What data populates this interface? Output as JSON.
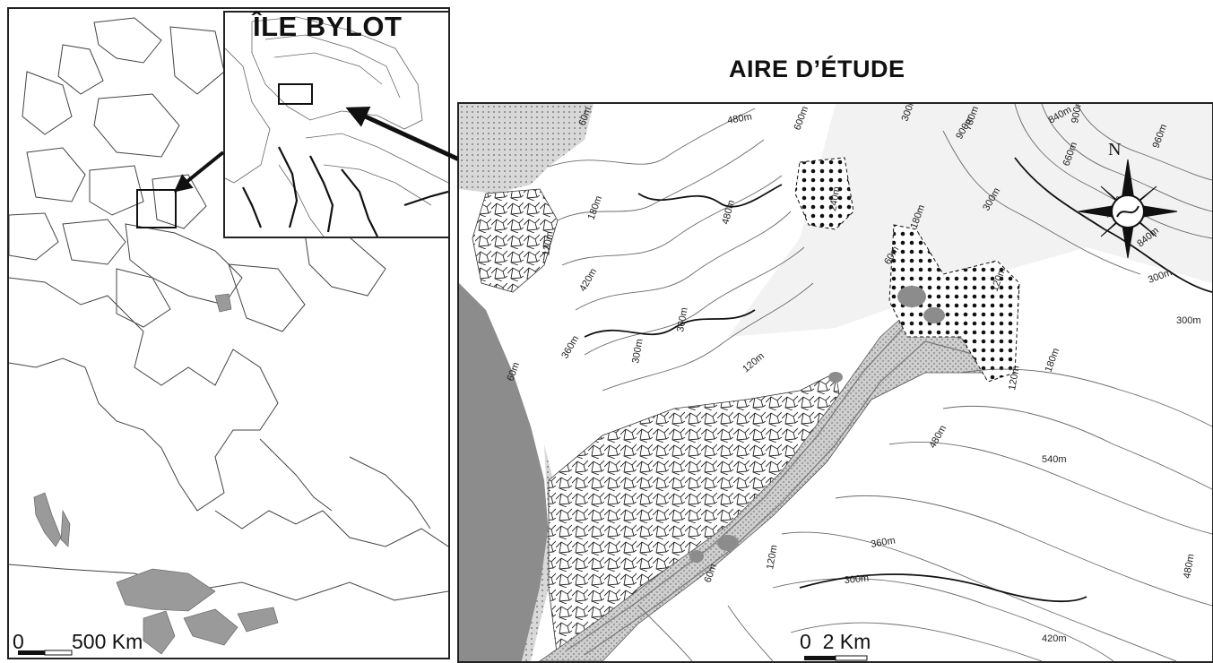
{
  "inset": {
    "title": "ÎLE BYLOT"
  },
  "study_area": {
    "title": "AIRE D’ÉTUDE",
    "scale_label": "0  2 Km",
    "compass_label": "N",
    "contour_labels": [
      "60m",
      "480m",
      "600m",
      "780m",
      "900m",
      "840m",
      "900m",
      "660m",
      "960m",
      "720m",
      "840m",
      "300m",
      "180m",
      "300m",
      "240m",
      "60m",
      "180m",
      "120m",
      "120m",
      "420m",
      "480m",
      "360m",
      "360m",
      "300m",
      "120m",
      "60m",
      "180m",
      "120m",
      "300m",
      "300m",
      "540m",
      "480m",
      "360m",
      "300m",
      "120m",
      "60m",
      "420m",
      "480m"
    ]
  },
  "canada_map": {
    "scale_label": "500 Km",
    "scale_zero": "0"
  },
  "colors": {
    "water": "#8c8c8c",
    "lake": "#9a9a9a",
    "frame": "#222222",
    "contour": "#555555"
  }
}
